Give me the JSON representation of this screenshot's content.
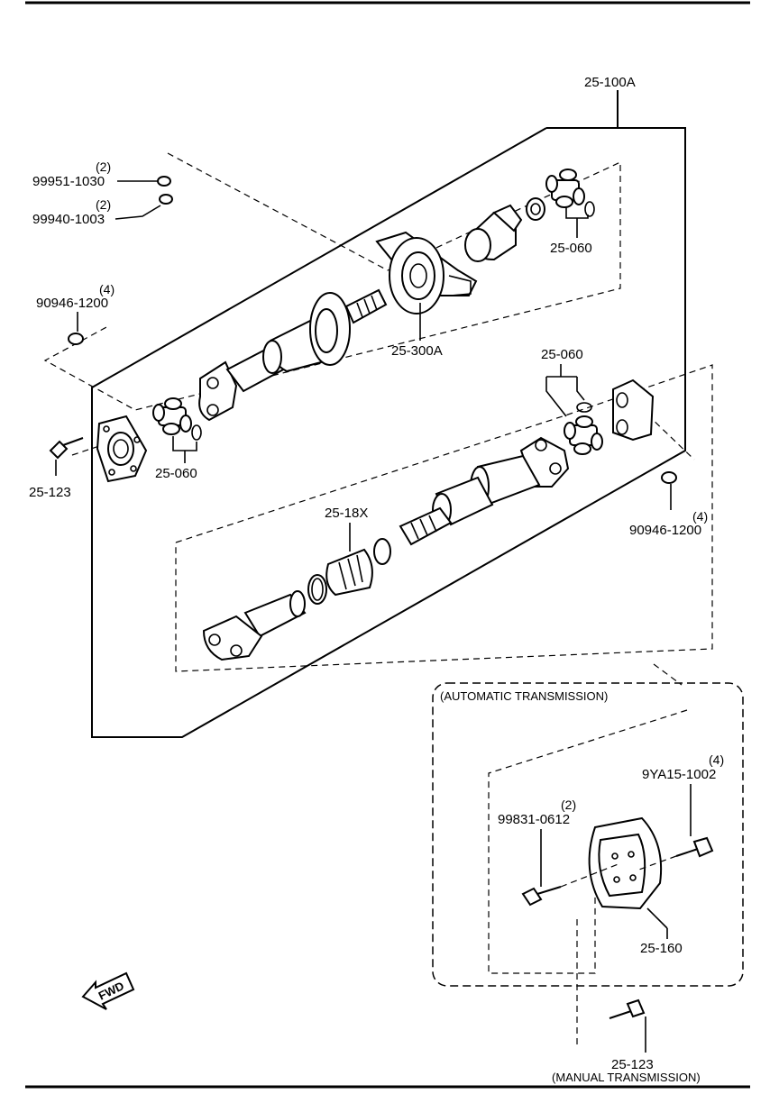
{
  "labels": {
    "assembly": "25-100A",
    "washer_a_qty": "(2)",
    "washer_a": "99951-1030",
    "washer_b_qty": "(2)",
    "washer_b": "99940-1003",
    "nut_left_qty": "(4)",
    "nut_left": "90946-1200",
    "ujoint_top_right": "25-060",
    "center_bearing": "25-300A",
    "ujoint_middle_right": "25-060",
    "ujoint_left": "25-060",
    "bolt_left": "25-123",
    "boot_kit": "25-18X",
    "nut_right_qty": "(4)",
    "nut_right": "90946-1200",
    "at_bolt_qty": "(4)",
    "at_bolt": "9YA15-1002",
    "at_screw_qty": "(2)",
    "at_screw": "99831-0612",
    "dynamic_damper": "25-160",
    "mt_bolt": "25-123"
  },
  "notes": {
    "automatic": "(AUTOMATIC TRANSMISSION)",
    "manual": "(MANUAL TRANSMISSION)",
    "fwd": "FWD"
  }
}
